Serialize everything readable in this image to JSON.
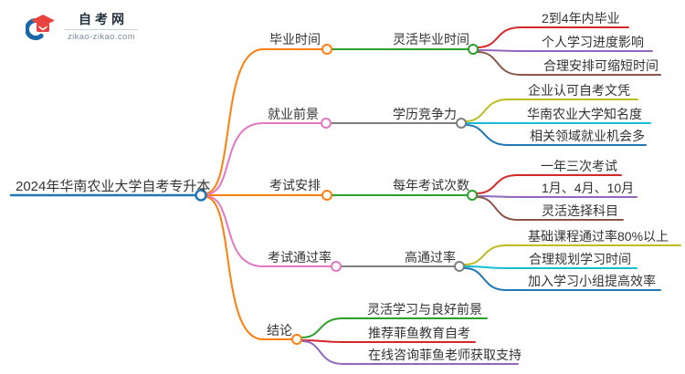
{
  "logo": {
    "title": "自考网",
    "domain": "zikao-zikao.com"
  },
  "mindmap": {
    "root": {
      "label": "2024年华南农业大学自考专升本"
    },
    "branches": [
      {
        "label": "毕业时间",
        "children": [
          {
            "label": "灵活毕业时间",
            "children": [
              {
                "label": "2到4年内毕业"
              },
              {
                "label": "个人学习进度影响"
              },
              {
                "label": "合理安排可缩短时间"
              }
            ]
          }
        ]
      },
      {
        "label": "就业前景",
        "children": [
          {
            "label": "学历竞争力",
            "children": [
              {
                "label": "企业认可自考文凭"
              },
              {
                "label": "华南农业大学知名度"
              },
              {
                "label": "相关领域就业机会多"
              }
            ]
          }
        ]
      },
      {
        "label": "考试安排",
        "children": [
          {
            "label": "每年考试次数",
            "children": [
              {
                "label": "一年三次考试"
              },
              {
                "label": "1月、4月、10月"
              },
              {
                "label": "灵活选择科目"
              }
            ]
          }
        ]
      },
      {
        "label": "考试通过率",
        "children": [
          {
            "label": "高通过率",
            "children": [
              {
                "label": "基础课程通过率80%以上"
              },
              {
                "label": "合理规划学习时间"
              },
              {
                "label": "加入学习小组提高效率"
              }
            ]
          }
        ]
      },
      {
        "label": "结论",
        "children": [
          {
            "label": "灵活学习与良好前景"
          },
          {
            "label": "推荐菲鱼教育自考"
          },
          {
            "label": "在线咨询菲鱼老师获取支持"
          }
        ]
      }
    ]
  },
  "colors": {
    "blue": "#1f77b4",
    "orange": "#ff7f0e",
    "green": "#2ca02c",
    "red": "#d62728",
    "purple": "#9467bd",
    "brown": "#8c564b",
    "pink": "#e377c2",
    "gray": "#7f7f7f",
    "olive": "#bcbd22",
    "cyan": "#17becf",
    "text": "#333333",
    "logo_blue": "#1a66a8",
    "logo_red": "#e8433f"
  }
}
